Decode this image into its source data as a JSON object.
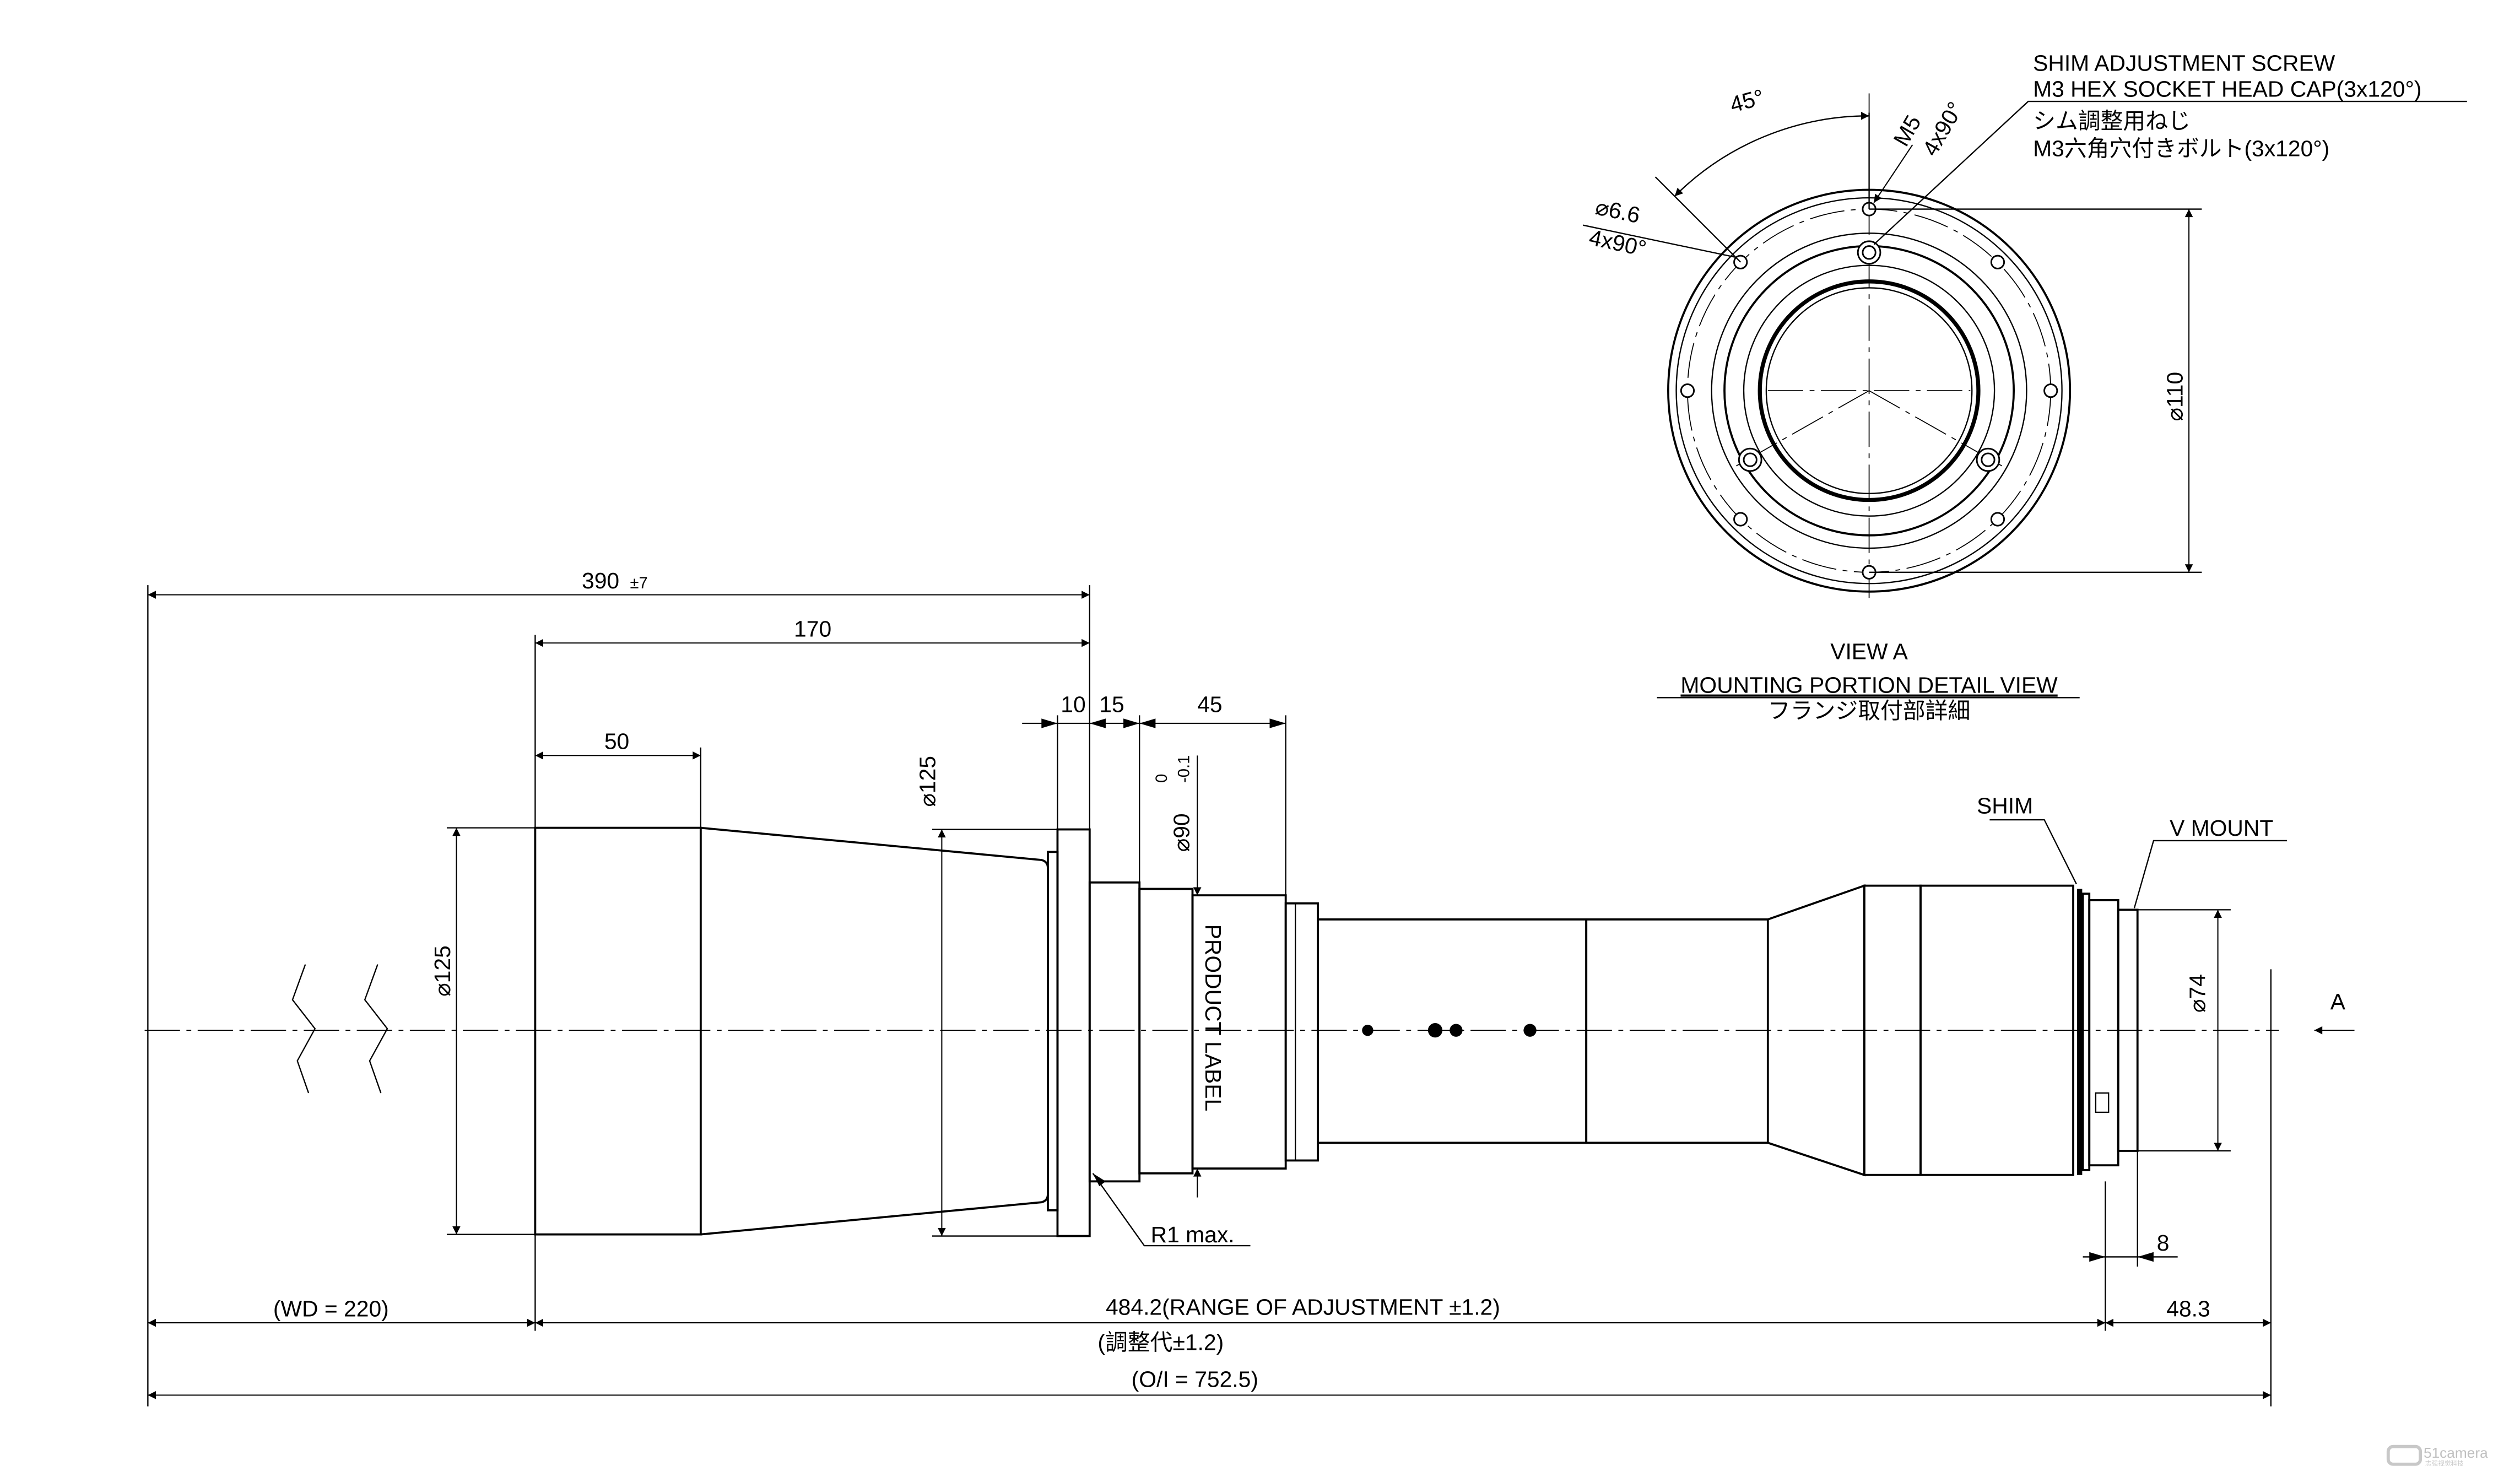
{
  "drawing": {
    "dims": {
      "overall_390": "390",
      "overall_390_tol": "±7",
      "d170": "170",
      "d50": "50",
      "d10": "10",
      "d15": "15",
      "d45": "45",
      "dia125_front": "⌀125",
      "dia125_flange": "⌀125",
      "dia90": "⌀90",
      "dia90_tol_upper": "0",
      "dia90_tol_lower": "-0.1",
      "dia74": "⌀74",
      "d8": "8",
      "wd": "(WD = 220)",
      "range": "484.2(RANGE OF ADJUSTMENT ±1.2)",
      "range_jp": "(調整代±1.2)",
      "d48_3": "48.3",
      "oi": "(O/I = 752.5)",
      "r1": "R1 max."
    },
    "labels": {
      "product_label": "PRODUCT LABEL",
      "shim": "SHIM",
      "v_mount": "V MOUNT",
      "view_arrow": "A"
    },
    "view_a": {
      "title": "VIEW A",
      "subtitle": "MOUNTING PORTION DETAIL VIEW",
      "subtitle_jp": "フランジ取付部詳細",
      "angle": "45°",
      "hole_dia": "⌀6.6",
      "hole_count": "4x90°",
      "thread": "M5",
      "thread_count": "4x90°",
      "dia110": "⌀110",
      "screw_note_1": "SHIM ADJUSTMENT SCREW",
      "screw_note_2": "M3 HEX SOCKET HEAD CAP(3x120°)",
      "screw_note_3": "シム調整用ねじ",
      "screw_note_4": "M3六角穴付きボルト(3x120°)"
    },
    "watermark": {
      "brand": "51camera",
      "brand_cn": "志强视觉科技"
    }
  }
}
